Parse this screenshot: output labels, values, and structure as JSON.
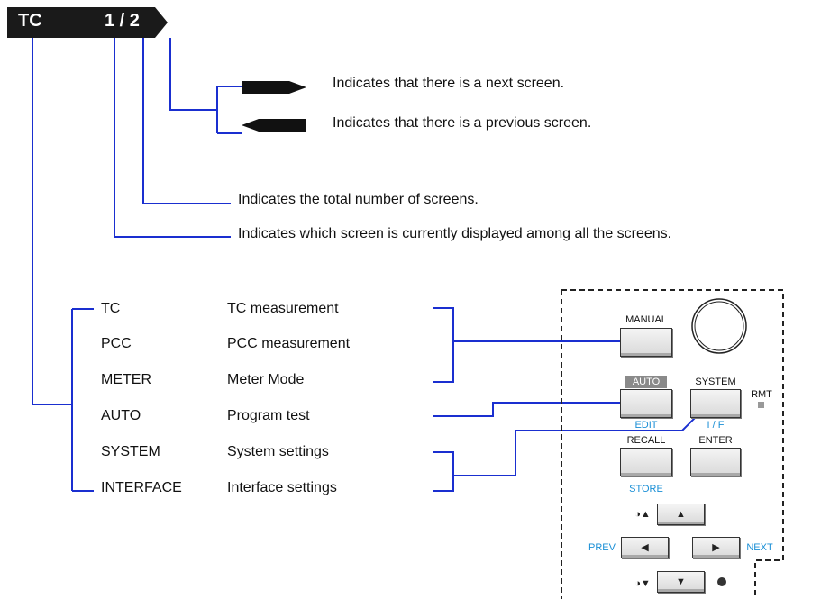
{
  "header": {
    "title": "TC",
    "page": "1 / 2"
  },
  "annotations": {
    "next": "Indicates that there is a next screen.",
    "previous": "Indicates that there is a previous screen.",
    "total": "Indicates the total number of screens.",
    "current": "Indicates which screen is currently displayed among all the screens."
  },
  "modes": [
    {
      "key": "TC",
      "desc": "TC measurement"
    },
    {
      "key": "PCC",
      "desc": "PCC measurement"
    },
    {
      "key": "METER",
      "desc": "Meter Mode"
    },
    {
      "key": "AUTO",
      "desc": "Program test"
    },
    {
      "key": "SYSTEM",
      "desc": "System settings"
    },
    {
      "key": "INTERFACE",
      "desc": "Interface settings"
    }
  ],
  "panel": {
    "manual": "MANUAL",
    "auto": "AUTO",
    "system": "SYSTEM",
    "rmt": "RMT",
    "edit": "EDIT",
    "if": "I / F",
    "recall": "RECALL",
    "enter": "ENTER",
    "store": "STORE",
    "prev": "PREV",
    "next": "NEXT"
  },
  "colors": {
    "leader": "#1a2fd0",
    "panel_blue": "#1a8fd6",
    "tab": "#1a1a1a"
  }
}
